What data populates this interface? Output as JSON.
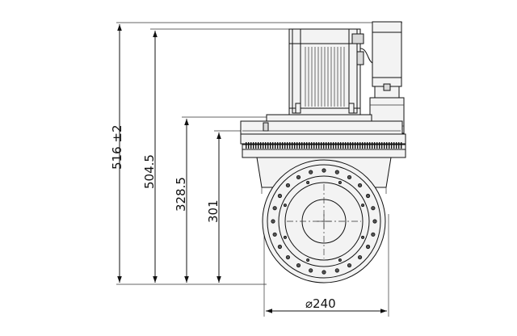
{
  "dimensions": {
    "overall_height": "516 ±2",
    "motor_top_height": "504.5",
    "flange_height": "328.5",
    "center_height": "301",
    "table_diameter": "⌀240"
  }
}
